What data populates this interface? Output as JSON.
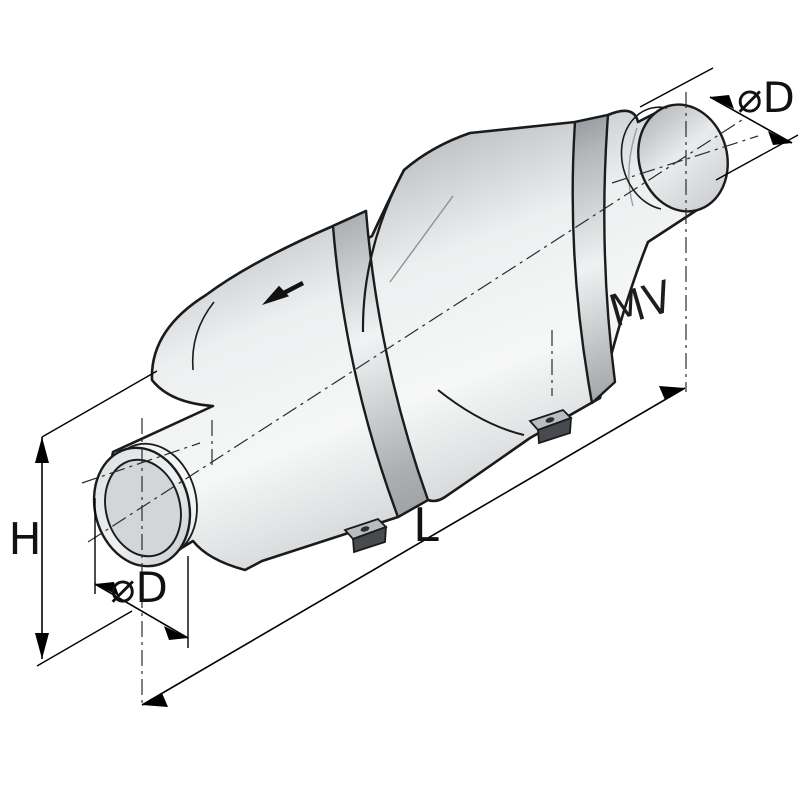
{
  "drawing": {
    "title": "Muffler technical drawing",
    "brand_mark": "MV",
    "dimensions": {
      "height_label": "H",
      "length_label": "L",
      "inlet_diameter_label": "⌀D",
      "outlet_diameter_label": "⌀D"
    },
    "annotations": {
      "flow_direction": "arrow pointing toward inlet (lower-left)"
    },
    "colors": {
      "outline": "#1b1b1b",
      "body_light": "#eff1f2",
      "body_mid": "#c9cccf",
      "body_dark": "#8f9396",
      "band_dark": "#55595d",
      "foot_dark": "#3f4347",
      "background": "#ffffff",
      "dimension_lines": "#000000"
    }
  }
}
